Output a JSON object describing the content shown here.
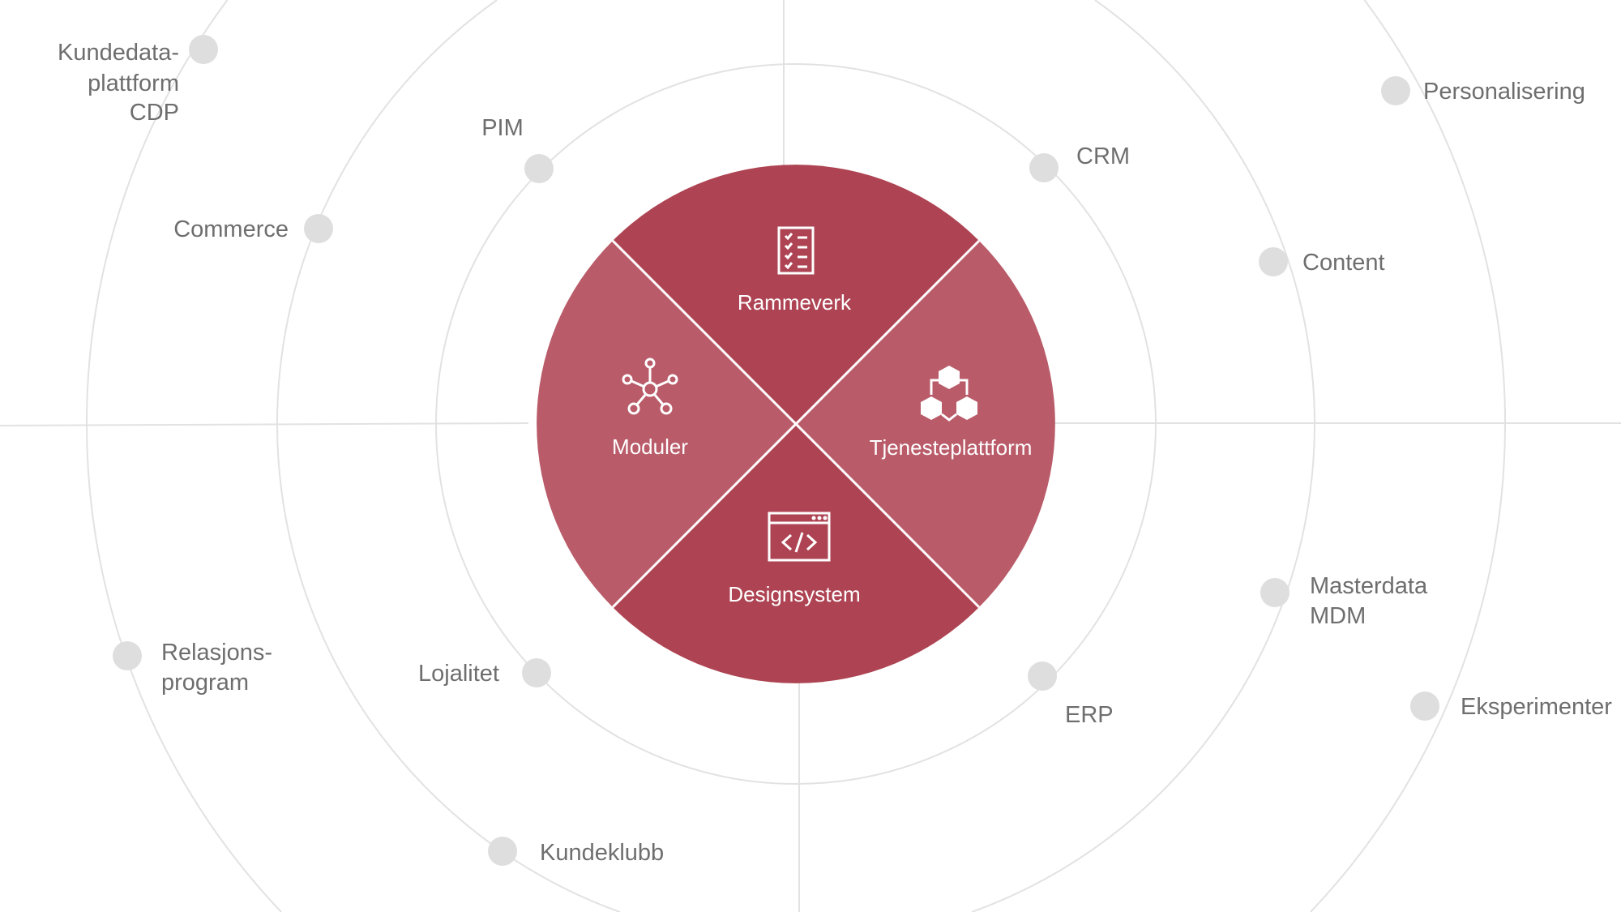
{
  "colors": {
    "segment_dark": "#ae4453",
    "segment_light": "#b95b69",
    "ring": "#e2e2e2",
    "dot": "#dedede",
    "label": "#6e6e6e"
  },
  "core": {
    "rammeverk": {
      "label": "Rammeverk",
      "icon": "checklist-icon"
    },
    "moduler": {
      "label": "Moduler",
      "icon": "network-nodes-icon"
    },
    "tjenesteplattform": {
      "label": "Tjenesteplattform",
      "icon": "connected-cubes-icon"
    },
    "designsystem": {
      "label": "Designsystem",
      "icon": "code-window-icon"
    }
  },
  "ring1": [
    "PIM",
    "CRM",
    "Lojalitet",
    "ERP"
  ],
  "ring2": [
    "Commerce",
    "Content",
    "Masterdata",
    "MDM",
    "Kundeklubb"
  ],
  "ring3": [
    "Kundedata-",
    "plattform",
    "CDP",
    "Personalisering",
    "Relasjons-",
    "program",
    "Eksperimenter"
  ]
}
